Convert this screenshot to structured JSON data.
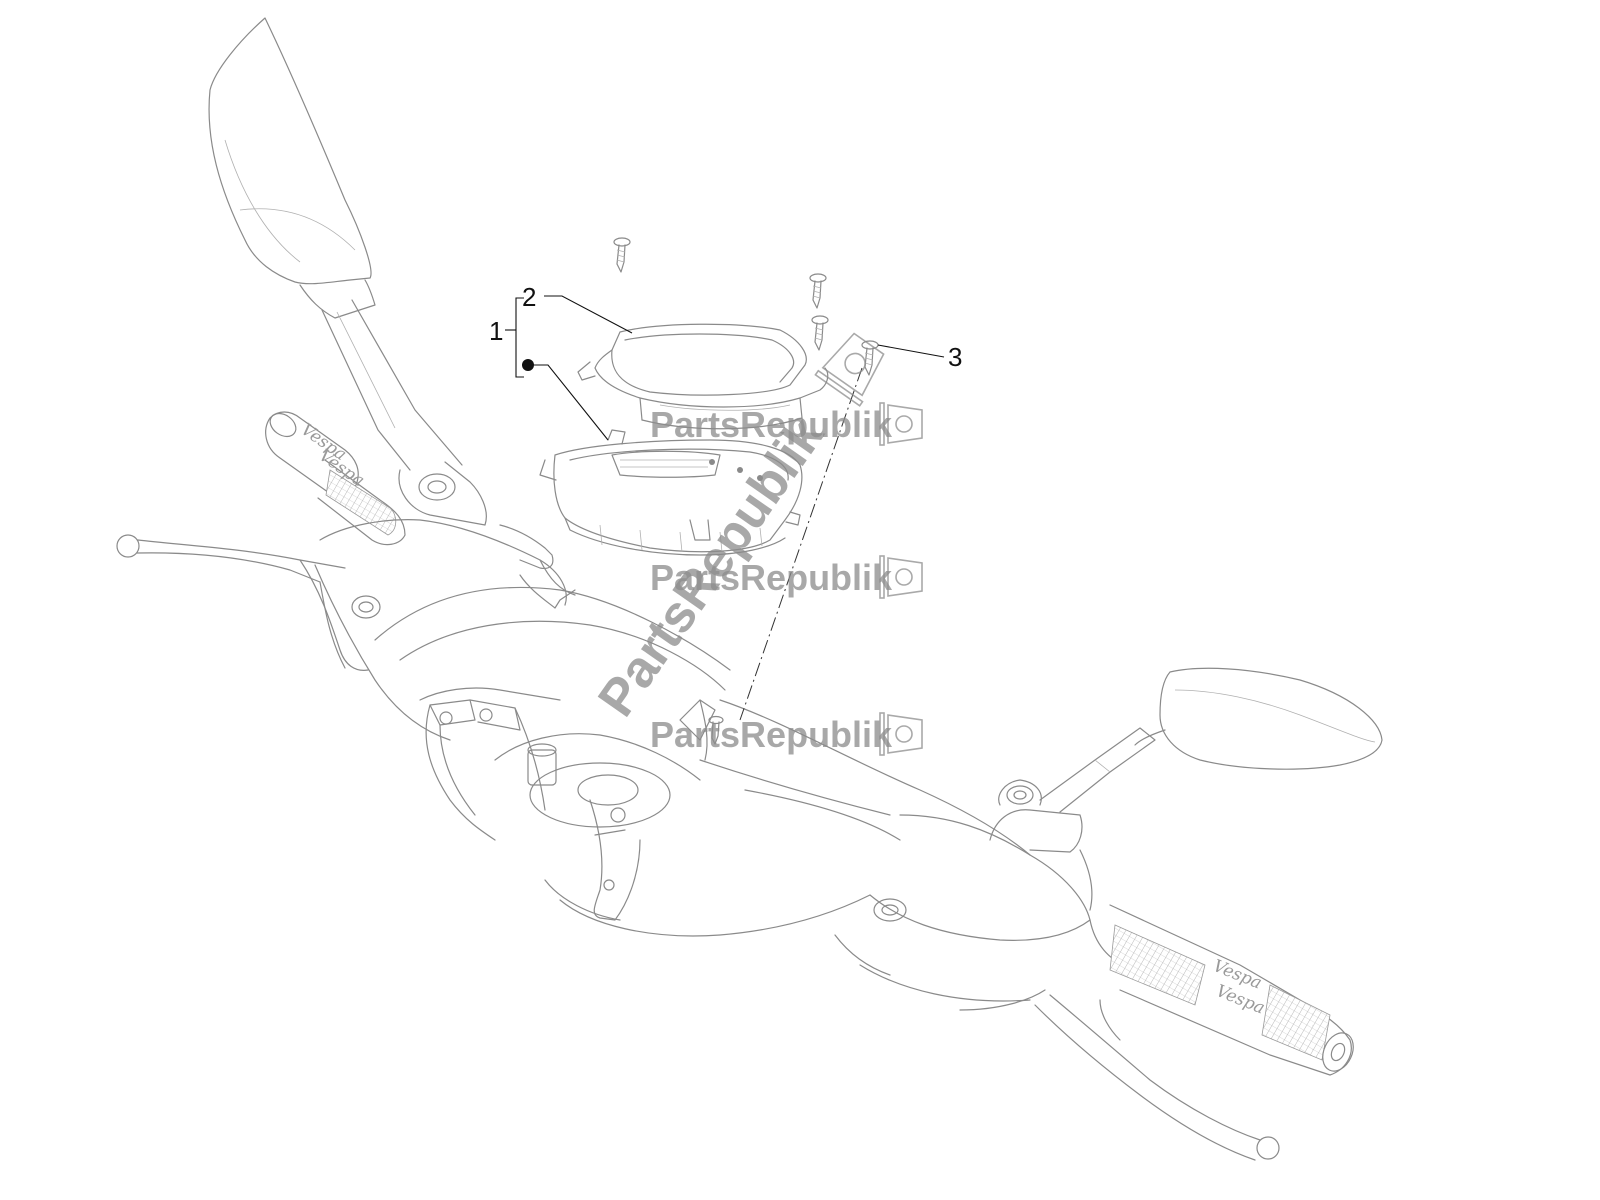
{
  "callouts": {
    "c1": "1",
    "c2": "2",
    "c3": "3"
  },
  "watermark": {
    "text": "PartsRepublik"
  },
  "grip_logo": {
    "text": "Vespa"
  }
}
